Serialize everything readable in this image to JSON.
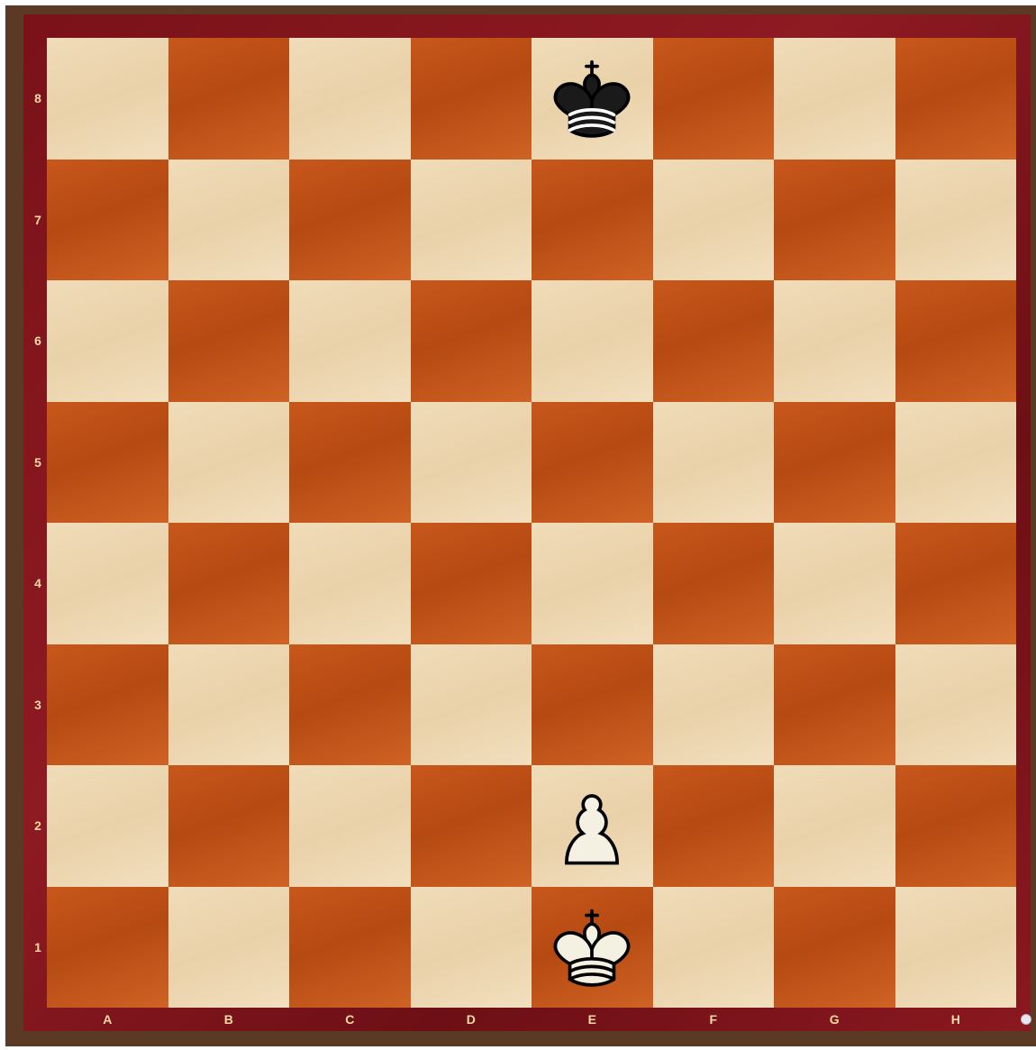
{
  "board": {
    "files": [
      "A",
      "B",
      "C",
      "D",
      "E",
      "F",
      "G",
      "H"
    ],
    "ranks": [
      "8",
      "7",
      "6",
      "5",
      "4",
      "3",
      "2",
      "1"
    ],
    "pieces": [
      {
        "square": "e8",
        "color": "black",
        "type": "king",
        "icon": "black-king-icon"
      },
      {
        "square": "e2",
        "color": "white",
        "type": "pawn",
        "icon": "white-pawn-icon"
      },
      {
        "square": "e1",
        "color": "white",
        "type": "king",
        "icon": "white-king-icon"
      }
    ]
  },
  "colors": {
    "light_square": "#eed8b3",
    "dark_square": "#c1561a",
    "frame": "#7a1219",
    "coordinate_text": "#f3d9a4"
  }
}
